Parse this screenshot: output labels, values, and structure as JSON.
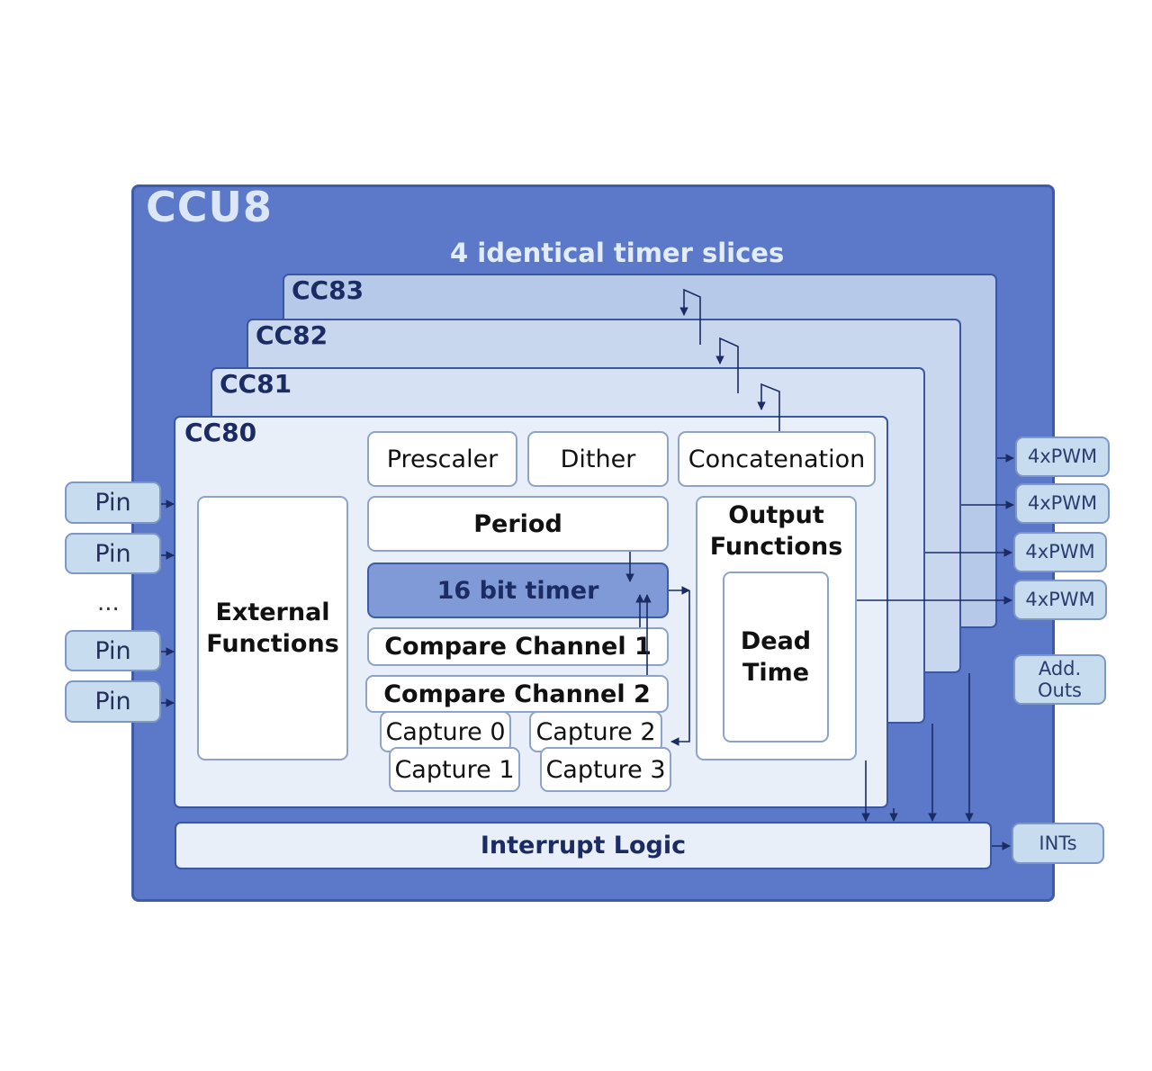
{
  "diagram": {
    "title": "CCU8",
    "subtitle": "4 identical timer slices",
    "slices": [
      "CC83",
      "CC82",
      "CC81",
      "CC80"
    ],
    "blocks": {
      "prescaler": "Prescaler",
      "dither": "Dither",
      "concatenation": "Concatenation",
      "period": "Period",
      "timer": "16 bit timer",
      "compare1": "Compare Channel 1",
      "compare2": "Compare Channel 2",
      "capture0": "Capture 0",
      "capture1": "Capture 1",
      "capture2": "Capture 2",
      "capture3": "Capture 3",
      "external": "External Functions",
      "output": "Output Functions",
      "deadtime": "Dead Time",
      "interrupt": "Interrupt Logic"
    },
    "pins": [
      "Pin",
      "Pin",
      "Pin",
      "Pin"
    ],
    "ellipsis": "...",
    "outputs": [
      "4xPWM",
      "4xPWM",
      "4xPWM",
      "4xPWM"
    ],
    "add_outs": "Add. Outs",
    "ints": "INTs"
  },
  "colors": {
    "ccu8_fill": "#5b79c8",
    "slice_border": "#3a57a2",
    "timer_fill": "#7f9ad7",
    "io_fill": "#c7dcef"
  }
}
